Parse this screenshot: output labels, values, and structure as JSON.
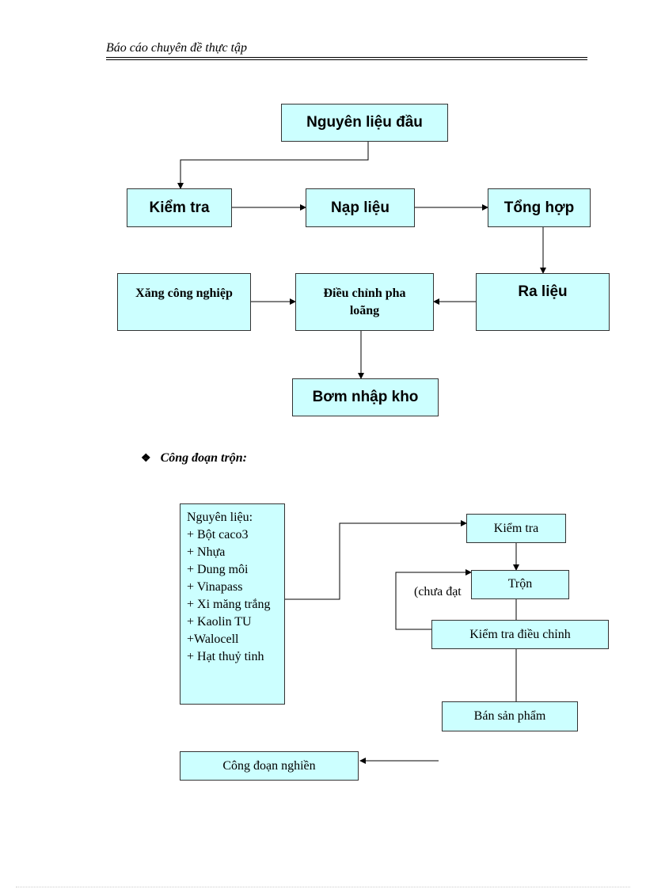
{
  "header": {
    "title": "Báo cáo chuyên đề thực tập"
  },
  "flow1": {
    "nguyen_lieu_dau": "Nguyên liệu đầu",
    "kiem_tra": "Kiểm tra",
    "nap_lieu": "Nạp liệu",
    "tong_hop": "Tổng hợp",
    "ra_lieu": "Ra liệu",
    "dieu_chinh": "Điều chỉnh pha loãng",
    "xang": "Xăng công nghiệp",
    "bom_nhap_kho": "Bơm nhập kho"
  },
  "section": {
    "bullet": "❖",
    "title": "Công đoạn trộn:"
  },
  "flow2": {
    "materials": [
      "Nguyên liệu:",
      "+ Bột caco3",
      "+ Nhựa",
      "+ Dung môi",
      "+ Vinapass",
      "+ Xi măng trắng",
      "+ Kaolin TU",
      "+Walocell",
      "+ Hạt thuỷ tinh"
    ],
    "kiem_tra": "Kiểm tra",
    "tron": "Trộn",
    "kiem_tra_dieu_chinh": "Kiểm tra điều chỉnh",
    "ban_san_pham": "Bán sản phẩm",
    "cong_doan_nghien": "Công đoạn nghiền",
    "chua_dat_label": "(chưa đạt"
  }
}
